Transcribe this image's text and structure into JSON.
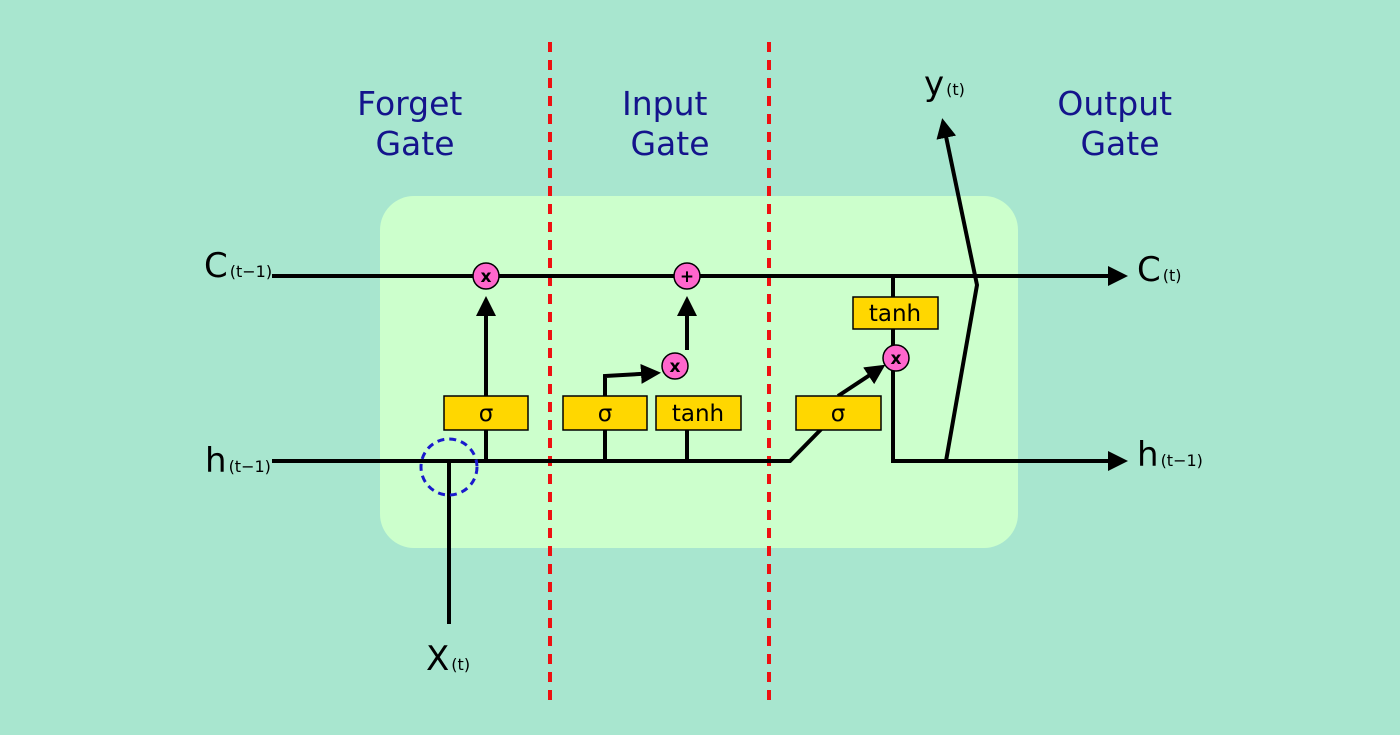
{
  "gates": {
    "forget": {
      "line1": "Forget",
      "line2": "Gate"
    },
    "input": {
      "line1": "Input",
      "line2": "Gate"
    },
    "output": {
      "line1": "Output",
      "line2": "Gate"
    }
  },
  "labels": {
    "c_prev": {
      "main": "C",
      "sub": "(t−1)"
    },
    "c_out": {
      "main": "C",
      "sub": "(t)"
    },
    "h_prev": {
      "main": "h",
      "sub": "(t−1)"
    },
    "h_out": {
      "main": "h",
      "sub": "(t−1)"
    },
    "x_in": {
      "main": "X",
      "sub": "(t)"
    },
    "y_out": {
      "main": "y",
      "sub": "(t)"
    }
  },
  "boxes": {
    "forget_sigma": "σ",
    "input_sigma": "σ",
    "input_tanh": "tanh",
    "output_sigma": "σ",
    "output_tanh": "tanh"
  },
  "ops": {
    "forget_mult": "x",
    "input_add": "+",
    "input_mult": "x",
    "output_mult": "x"
  },
  "colors": {
    "background": "#a8e6cf",
    "cell_area": "#ccffcc",
    "box_fill": "#ffd700",
    "op_fill": "#ff66cc",
    "divider": "#ee1111",
    "gate_title": "#14148c",
    "concat_circle": "#1a1acc"
  }
}
